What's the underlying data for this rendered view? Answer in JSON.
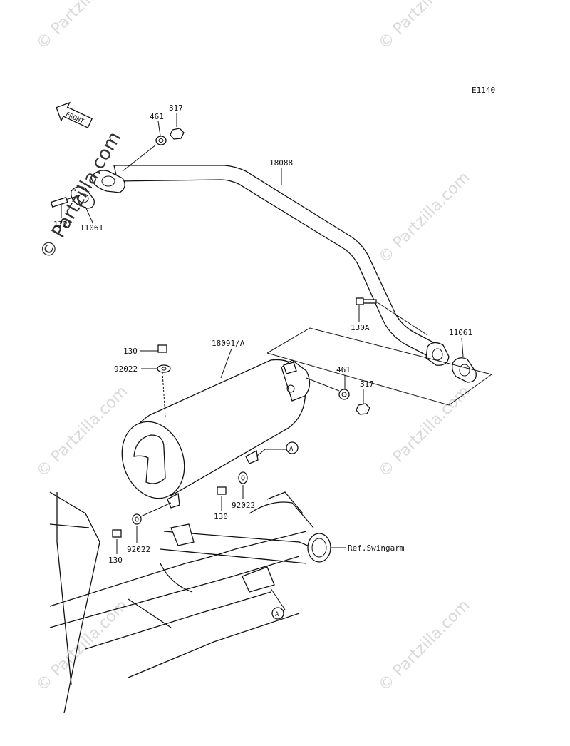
{
  "diagram_code": "E1140",
  "front_arrow_label": "FRONT",
  "watermark": "© Partzilla.com",
  "callouts": {
    "nut_top": "317",
    "washer_top": "461",
    "pipe": "18088",
    "stud": "172",
    "gasket_front": "11061",
    "bolt_130A": "130A",
    "gasket_rear": "11061",
    "bolt_130_top": "130",
    "muffler": "18091/A",
    "washer_92022_top": "92022",
    "washer_461_mid": "461",
    "nut_317_mid": "317",
    "ref_a_top": "A",
    "bolt_130_mid": "130",
    "washer_92022_mid": "92022",
    "bolt_130_low": "130",
    "washer_92022_low": "92022",
    "ref_swingarm": "Ref.Swingarm",
    "ref_a_bottom": "A"
  }
}
